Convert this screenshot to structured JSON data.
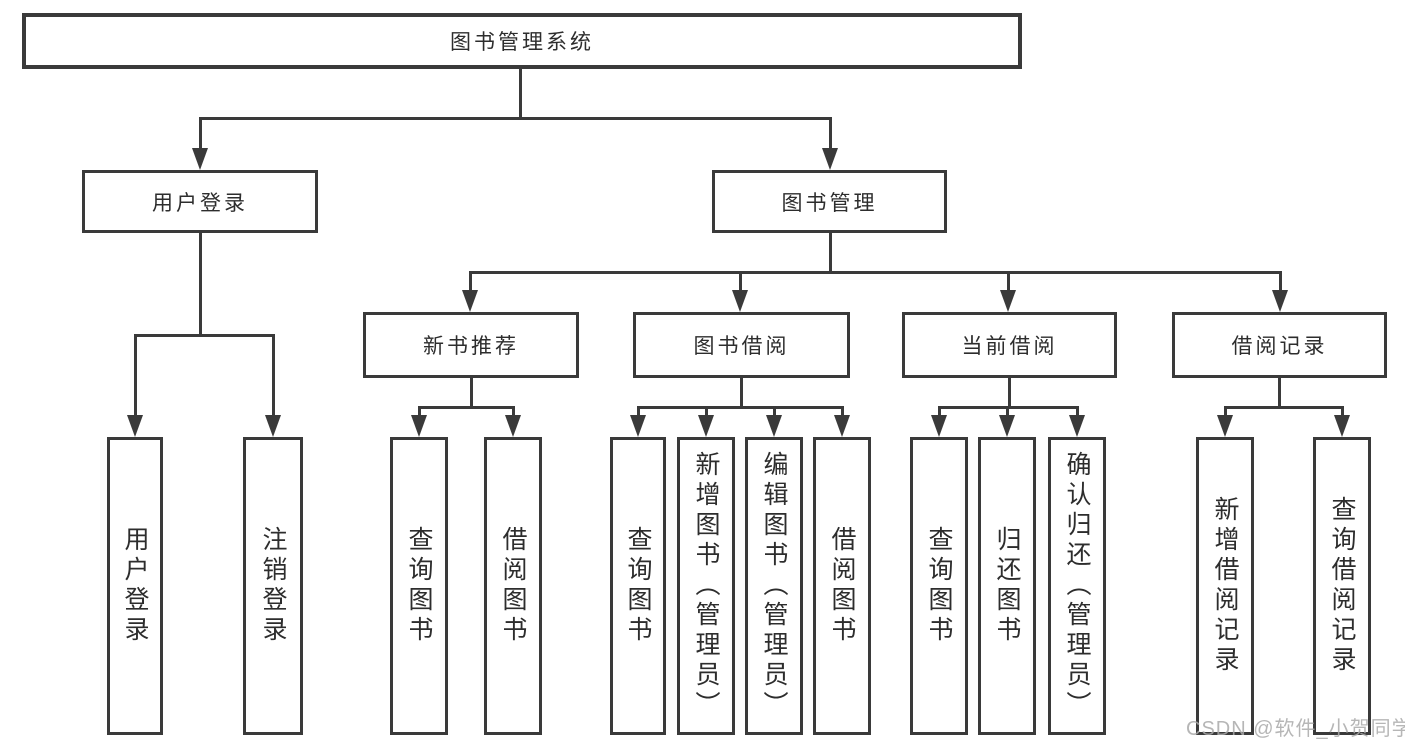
{
  "colors": {
    "line": "#3a3a3a",
    "text": "#2d2d2d",
    "watermark": "#aaaaaa",
    "bg": "#ffffff"
  },
  "diagram": {
    "root": {
      "label": "图书管理系统"
    },
    "branches": [
      {
        "label": "用户登录",
        "children": [
          {
            "label": "用户登录"
          },
          {
            "label": "注销登录"
          }
        ]
      },
      {
        "label": "图书管理",
        "children": [
          {
            "label": "新书推荐",
            "children": [
              {
                "label": "查询图书"
              },
              {
                "label": "借阅图书"
              }
            ]
          },
          {
            "label": "图书借阅",
            "children": [
              {
                "label": "查询图书"
              },
              {
                "label": "新增图书（管理员）"
              },
              {
                "label": "编辑图书（管理员）"
              },
              {
                "label": "借阅图书"
              }
            ]
          },
          {
            "label": "当前借阅",
            "children": [
              {
                "label": "查询图书"
              },
              {
                "label": "归还图书"
              },
              {
                "label": "确认归还（管理员）"
              }
            ]
          },
          {
            "label": "借阅记录",
            "children": [
              {
                "label": "新增借阅记录"
              },
              {
                "label": "查询借阅记录"
              }
            ]
          }
        ]
      }
    ]
  },
  "watermark": {
    "text": "CSDN @软件_小贺同学"
  }
}
